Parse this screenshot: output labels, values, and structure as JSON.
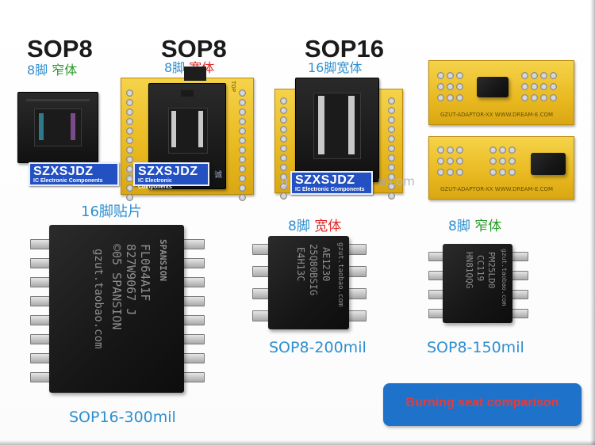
{
  "columns": [
    {
      "title": "SOP8",
      "sub_num": "8脚",
      "sub_word": "窄体"
    },
    {
      "title": "SOP8",
      "sub_num": "8脚",
      "sub_word": "宽体"
    },
    {
      "title": "SOP16",
      "sub_text": "16脚宽体"
    }
  ],
  "watermark": {
    "brand": "SZXSJDZ",
    "tagline": "IC Electronic Components",
    "side_text": "诚",
    "url_fragment_1": "g",
    "url_fragment_2": ".com"
  },
  "boards": {
    "silk_top": "TOP",
    "silk_side": "GZUT-ADAPTOR-XX WWW.DREAM-E.COM"
  },
  "chips": {
    "sop16_caption": "16脚贴片",
    "sop16_label": "SOP16-300mil",
    "sop16_marking": [
      "SPANSION",
      "FL064A1F",
      "827W9067 J",
      "©05 SPANSION"
    ],
    "sop16_url": "gzut.taobao.com",
    "sop8w_caption_num": "8脚",
    "sop8w_caption_word": "宽体",
    "sop8w_label": "SOP8-200mil",
    "sop8w_marking": [
      "AE1230",
      "25Q80BSIG",
      "E4H13C"
    ],
    "sop8w_url": "gzut.taobao.com",
    "sop8n_caption_num": "8脚",
    "sop8n_caption_word": "窄体",
    "sop8n_label": "SOP8-150mil",
    "sop8n_marking": [
      "PM25LD0",
      "CC119",
      "HN81QQG"
    ],
    "sop8n_url": "gzut.taobao.com"
  },
  "badge": {
    "text": "Burning seat comparison"
  },
  "colors": {
    "blue_text": "#2e8fd0",
    "green_text": "#2a9a2a",
    "red_text": "#e02a2a",
    "badge_bg": "#1e72c9",
    "badge_text": "#e83a3a"
  }
}
